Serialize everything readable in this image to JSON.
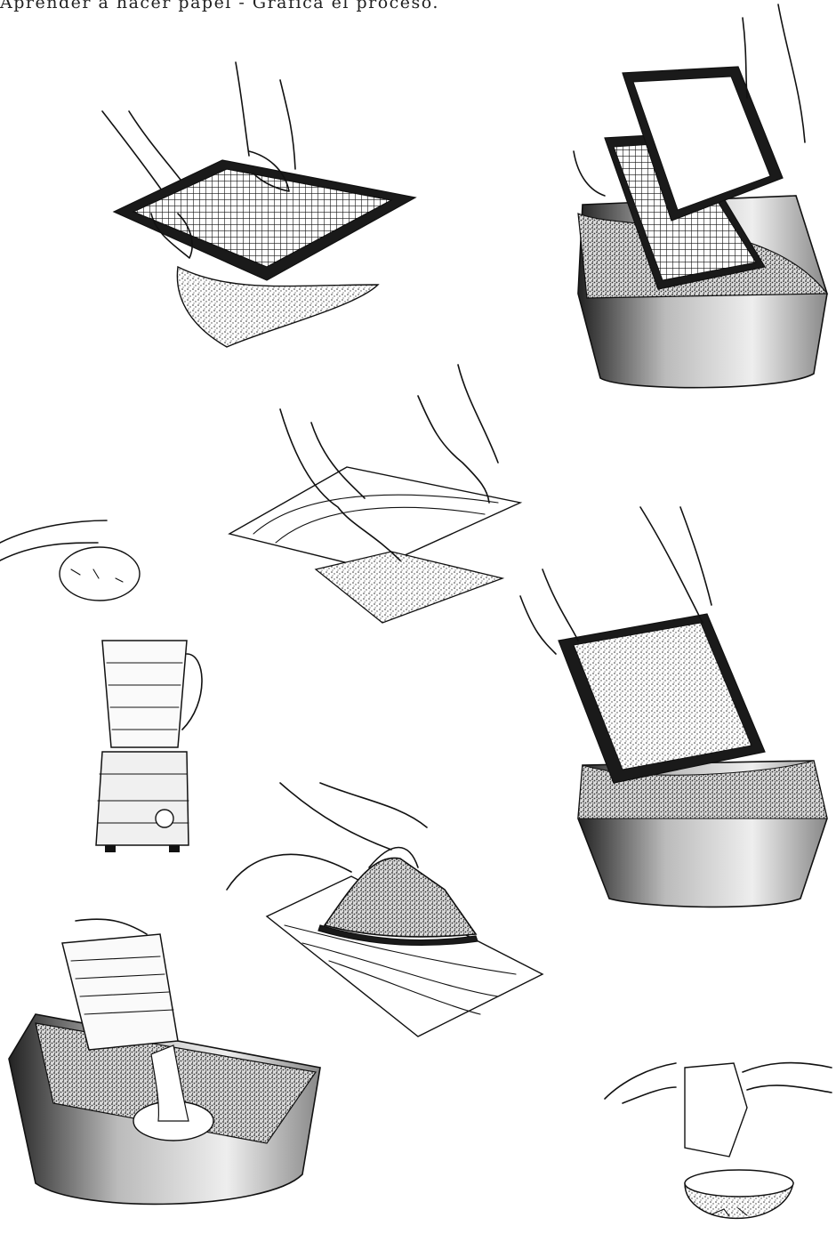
{
  "heading": "Aprender a hacer papel - Grafica el proceso.",
  "steps": [
    {
      "name": "tear-paper",
      "title": "Tear scrap paper into a bowl of water"
    },
    {
      "name": "blend-pulp",
      "title": "Blend the soaked paper into pulp"
    },
    {
      "name": "pour-pulp",
      "title": "Pour pulp into a tub of water"
    },
    {
      "name": "assemble-mould",
      "title": "Place deckle on the mould and dip into the tub"
    },
    {
      "name": "lift-mould",
      "title": "Lift the mould with pulp out of the tub"
    },
    {
      "name": "couch-sheet",
      "title": "Turn the sheet onto felt"
    },
    {
      "name": "press-sheet",
      "title": "Peel back the cloth from the sheet"
    },
    {
      "name": "iron-sheet",
      "title": "Iron the sheet to dry it"
    }
  ]
}
